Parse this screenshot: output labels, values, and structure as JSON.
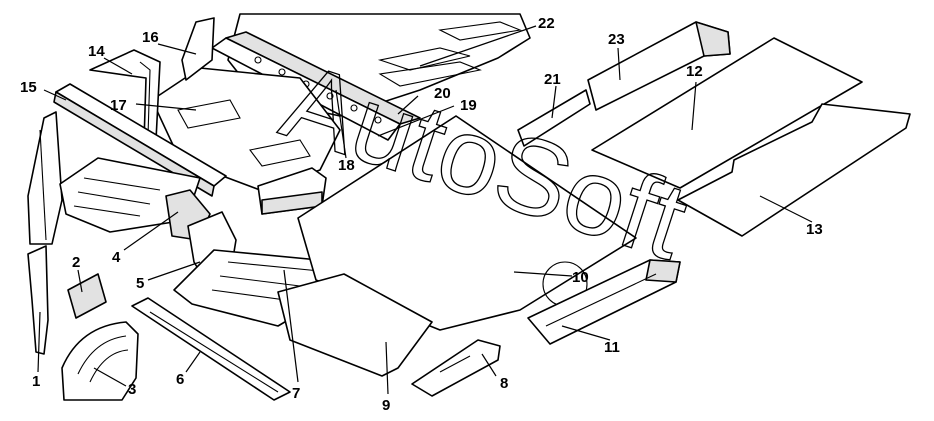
{
  "diagram": {
    "callouts": [
      "1",
      "2",
      "3",
      "4",
      "5",
      "6",
      "7",
      "8",
      "9",
      "10",
      "11",
      "12",
      "13",
      "14",
      "15",
      "16",
      "17",
      "18",
      "19",
      "20",
      "21",
      "22",
      "23"
    ],
    "watermark": "AutoSoft"
  },
  "colors": {
    "line": "#000000",
    "background": "#ffffff",
    "shade": "#e2e2e2"
  }
}
